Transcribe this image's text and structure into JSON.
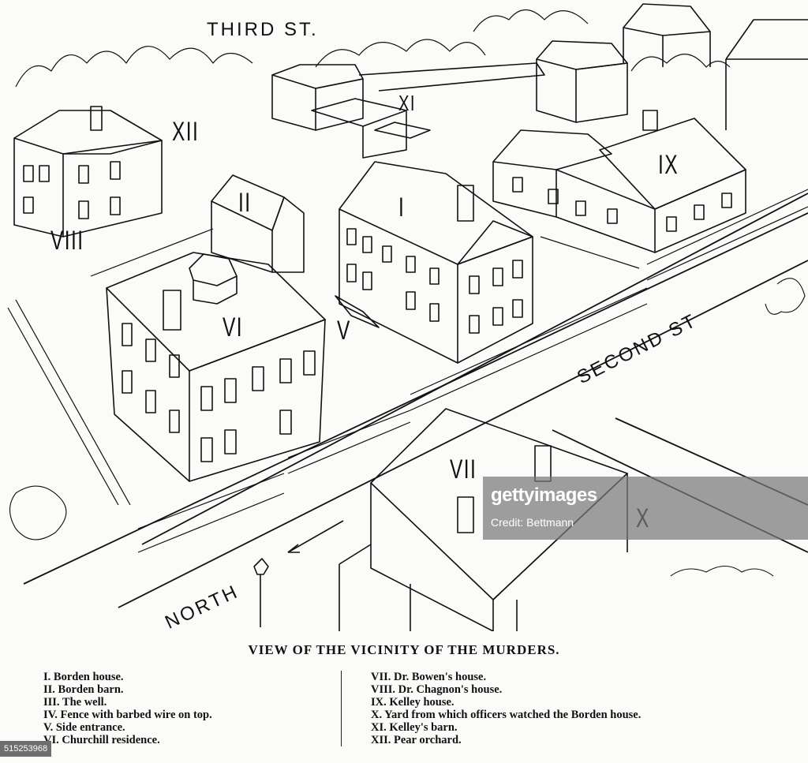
{
  "map": {
    "streets": {
      "third": "THIRD ST.",
      "second": "SECOND ST",
      "north": "NORTH"
    },
    "markers": [
      "I",
      "II",
      "V",
      "VI",
      "VII",
      "VIII",
      "IX",
      "X",
      "XI",
      "XII"
    ],
    "caption": "VIEW OF THE VICINITY OF THE MURDERS."
  },
  "legend": {
    "left": [
      "I. Borden house.",
      "II. Borden barn.",
      "III. The well.",
      "IV. Fence with barbed wire on top.",
      "V. Side entrance.",
      "VI. Churchill residence."
    ],
    "right": [
      "VII. Dr. Bowen's house.",
      "VIII. Dr. Chagnon's house.",
      "IX. Kelley house.",
      "X. Yard from which officers watched the Borden house.",
      "XI. Kelley's barn.",
      "XII. Pear orchard."
    ]
  },
  "watermark": {
    "brand": "gettyimages",
    "credit": "Credit: Bettmann"
  },
  "image_id": "515253968"
}
